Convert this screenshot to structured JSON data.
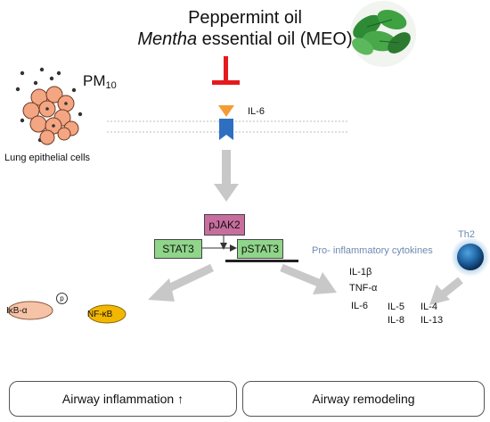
{
  "title": {
    "line1": "Peppermint oil",
    "line2_italic": "Mentha",
    "line2_rest": " essential oil (MEO)"
  },
  "pm": {
    "base": "PM",
    "sub": "10"
  },
  "lung_label": "Lung epithelial cells",
  "receptor_label": "IL-6",
  "proteins": {
    "pjak2": "pJAK2",
    "stat3": "STAT3",
    "pstat3": "pSTAT3",
    "ikba": "IκB-α",
    "p": "p",
    "nfkb": "NF-κB"
  },
  "pro_label": "Pro- inflammatory cytokines",
  "th2_label": "Th2",
  "cytokines": [
    "IL-1β",
    "TNF-α",
    "IL-6",
    "IL-5",
    "IL-8",
    "IL-4",
    "IL-13"
  ],
  "outcomes": [
    "Airway inflammation ↑",
    "Airway remodeling"
  ],
  "colors": {
    "inhibit": "#e41a1c",
    "arrow": "#c8c8c8",
    "pjak2": "#c86e9f",
    "stat": "#8fd58a",
    "cell": "#f4a582",
    "ikba": "#f7c3a6",
    "nfkb": "#f2b700",
    "receptor_top": "#f39c34",
    "receptor_bottom": "#2f6fc1",
    "th2": "#1e5f9e",
    "label_blue": "#6e8ab3"
  }
}
